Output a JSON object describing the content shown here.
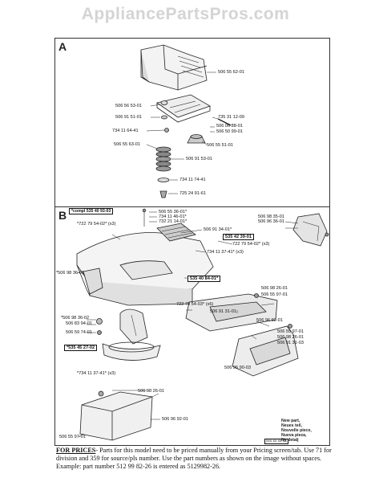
{
  "watermark": "AppliancePartsPros.com",
  "section_a": {
    "label": "A",
    "parts": [
      "506 55 62-01",
      "506 56 53-01",
      "506 91 51-01",
      "735 31 12-09",
      "506 06 88-01",
      "734 11 64-41",
      "506 50 99-01",
      "506 55 63-01",
      "506 55 51-01",
      "506 91 53-01",
      "734 11 74-41",
      "725 24 91-61"
    ]
  },
  "section_b": {
    "label": "B",
    "kit": "*compl 535 40 93-03",
    "parts": [
      "506 55 36-01*",
      "734 11 46-01*",
      "732 21 14-01*",
      "*722 79 54-02* (x3)",
      "506 91 34-01*",
      "506 98 35-01",
      "506 96 36-01",
      "535 42 39-01",
      "722 79 54-02* (x3)",
      "734 11 37-41* (x3)",
      "*506 98 36-01",
      "535 40 84-01*",
      "506 98 26-01",
      "506 55 97-01",
      "722 79 54-03* (x6)",
      "506 91 31-01",
      "506 96 92-01",
      "*506 98 36-02",
      "506 83 94-01",
      "506 59 74-01",
      "*535 45 27-02",
      "506 55 97-01",
      "506 98 26-01",
      "506 91 31-03",
      "506 96 90-03",
      "*734 11 37-41* (x3)",
      "506 98 26-01",
      "506 96 92-01",
      "506 55 97-01"
    ]
  },
  "legend": {
    "lines": [
      "New part,",
      "Neues teil,",
      "Nouvelle piece,",
      "Nueva pieza,",
      "Ny detalj"
    ],
    "code": "xxx xx xx-xx"
  },
  "prices": {
    "heading": "FOR PRICES",
    "text": "- Parts for this model need to be priced manually from your Pricing screen/tab. Use 71 for division and 359 for source/pls number. Use the part numbers as shown on the image without spaces. Example: part number 512 99 82-26 is entered as 5129982-26."
  }
}
